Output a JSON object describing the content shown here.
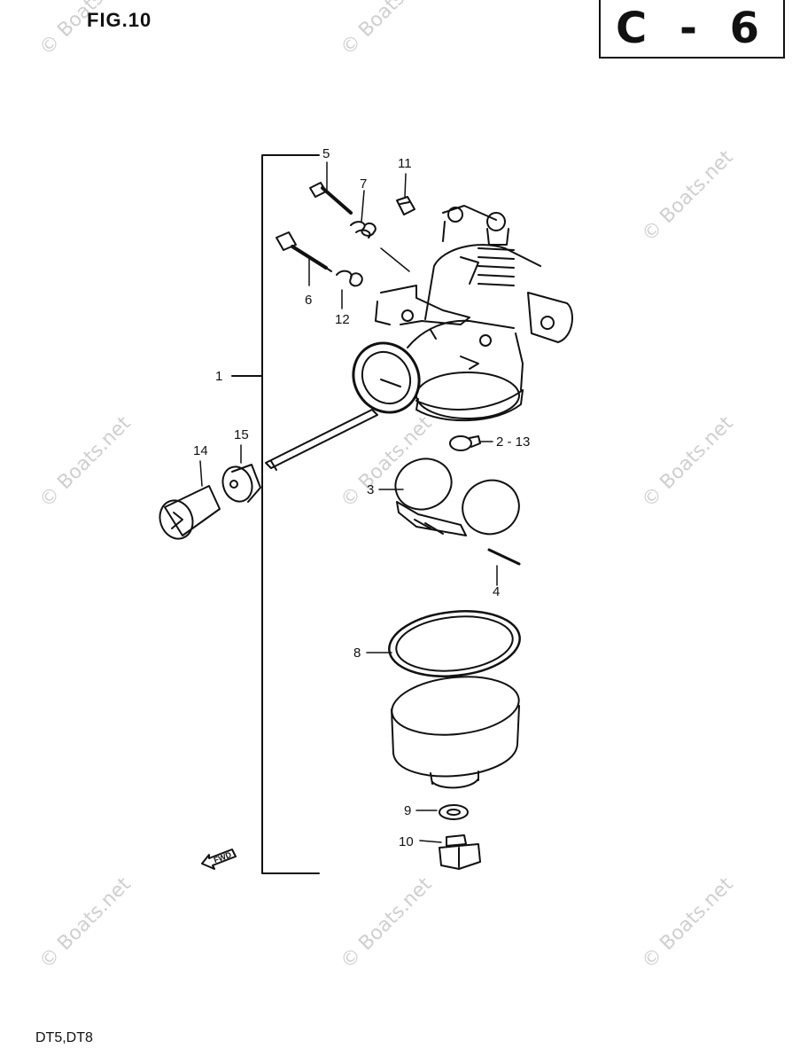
{
  "header": {
    "figure_label": "FIG.10",
    "page_code": "C - 6"
  },
  "footer": {
    "model_label": "DT5,DT8"
  },
  "callouts": {
    "c1": "1",
    "c2_13": "2 - 13",
    "c3": "3",
    "c4": "4",
    "c5": "5",
    "c6": "6",
    "c7": "7",
    "c8": "8",
    "c9": "9",
    "c10": "10",
    "c11": "11",
    "c12": "12",
    "c14": "14",
    "c15": "15"
  },
  "fwd_arrow_label": "FWD",
  "watermark": {
    "text": "© Boats.net"
  }
}
